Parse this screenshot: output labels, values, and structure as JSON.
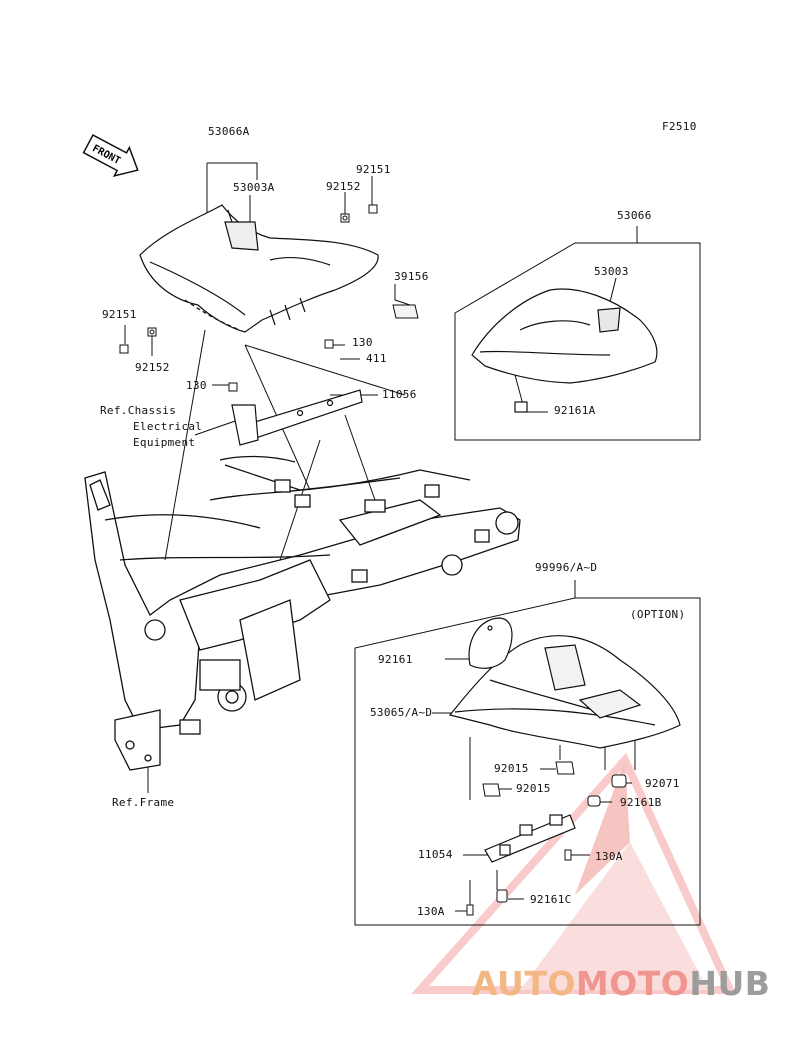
{
  "figure_code": "F2510",
  "front_arrow_text": "FRONT",
  "labels": {
    "p53066A": "53066A",
    "p53003A": "53003A",
    "p92151_top": "92151",
    "p92152_top": "92152",
    "p53066": "53066",
    "p53003": "53003",
    "p39156": "39156",
    "p92151_left": "92151",
    "p92152_left": "92152",
    "p130_right": "130",
    "p411": "411",
    "p130_left": "130",
    "p11056": "11056",
    "p92161A": "92161A",
    "ref_chassis_1": "Ref.Chassis",
    "ref_chassis_2": "Electrical",
    "ref_chassis_3": "Equipment",
    "p99996": "99996/A~D",
    "option": "(OPTION)",
    "p92161": "92161",
    "p53065": "53065/A~D",
    "p92015_a": "92015",
    "p92015_b": "92015",
    "p92071": "92071",
    "p92161B": "92161B",
    "ref_frame": "Ref.Frame",
    "p11054": "11054",
    "p130A_right": "130A",
    "p130A_left": "130A",
    "p92161C": "92161C"
  },
  "watermark": {
    "part1": "AUTO",
    "part2": "MOTO",
    "part3": "HUB",
    "colors": {
      "orange": "#f2b784",
      "red": "#f09590",
      "gray": "#9c9c9c"
    }
  }
}
